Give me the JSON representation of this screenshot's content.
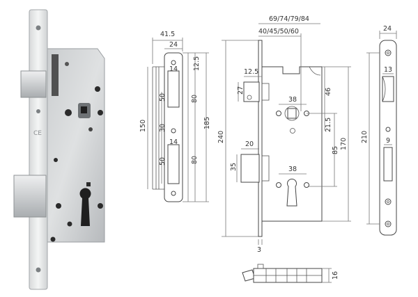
{
  "colors": {
    "line": "#444444",
    "dimension": "#777777",
    "text": "#333333",
    "steel_light": "#e4e6e7",
    "steel_mid": "#c7cacc",
    "steel_dark": "#8e9294",
    "hole": "#2b2b2b"
  },
  "photo": {
    "faceplate_marking": "CE"
  },
  "side_view": {
    "width_total": "41.5",
    "width_faceplate": "24",
    "top_offset": "12.5",
    "upper_slot": "14",
    "upper_latch": "50",
    "middle_gap": "30",
    "lower_slot": "14",
    "lower_latch": "50",
    "upper_span": "80",
    "lower_span": "80",
    "overall_150": "150",
    "overall_185": "185"
  },
  "front_view": {
    "total_height": "240",
    "backset_options_top": "69/74/79/84",
    "backset_options": "40/45/50/60",
    "latch_offset": "12.5",
    "latch_height": "27",
    "spindle_square": "38",
    "spindle_to_top": "46",
    "spindle_offset": "21.5",
    "center_distance": "85",
    "bolt_throw": "20",
    "bolt_height": "35",
    "cylinder_offset": "38",
    "case_height": "170",
    "plate_thickness": "3"
  },
  "faceplate_view": {
    "width": "24",
    "latch_slot": "13",
    "bolt_slot": "9",
    "height": "210"
  },
  "bolt_view": {
    "thickness": "16"
  }
}
